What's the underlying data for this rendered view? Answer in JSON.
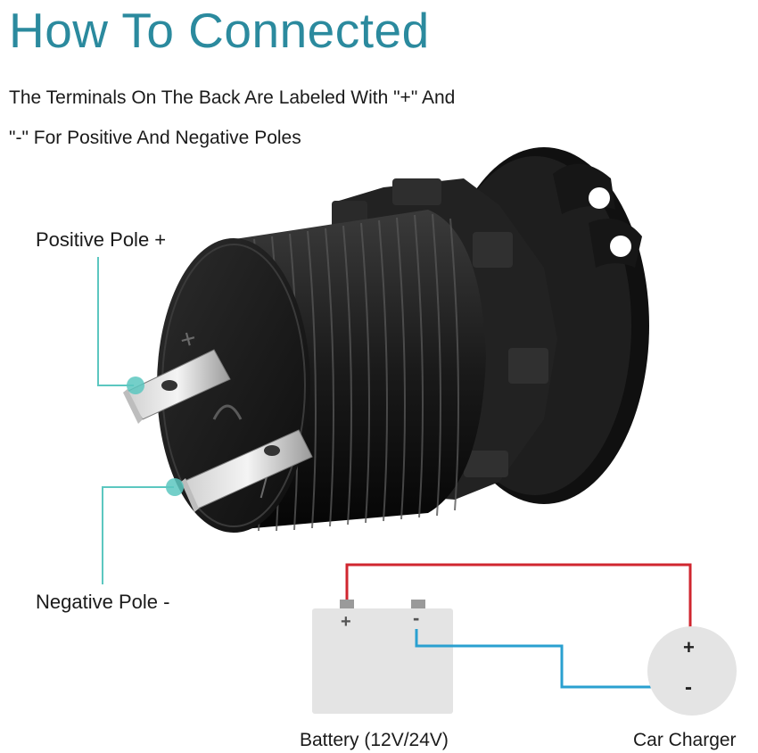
{
  "title": "How To Connected",
  "description": {
    "line1": "The Terminals On The Back Are Labeled With \"+\" And",
    "line2": "\"-\" For Positive And Negative Poles"
  },
  "labels": {
    "positive_pole": "Positive Pole +",
    "negative_pole": "Negative Pole -"
  },
  "wiring": {
    "battery_caption": "Battery (12V/24V)",
    "charger_caption": "Car Charger",
    "battery_plus": "+",
    "battery_minus": "-",
    "charger_plus": "+",
    "charger_minus": "-"
  },
  "colors": {
    "title": "#2b8a9e",
    "positive_wire": "#d0262f",
    "negative_wire": "#2aa0d0",
    "callout": "#5cc7c0"
  }
}
